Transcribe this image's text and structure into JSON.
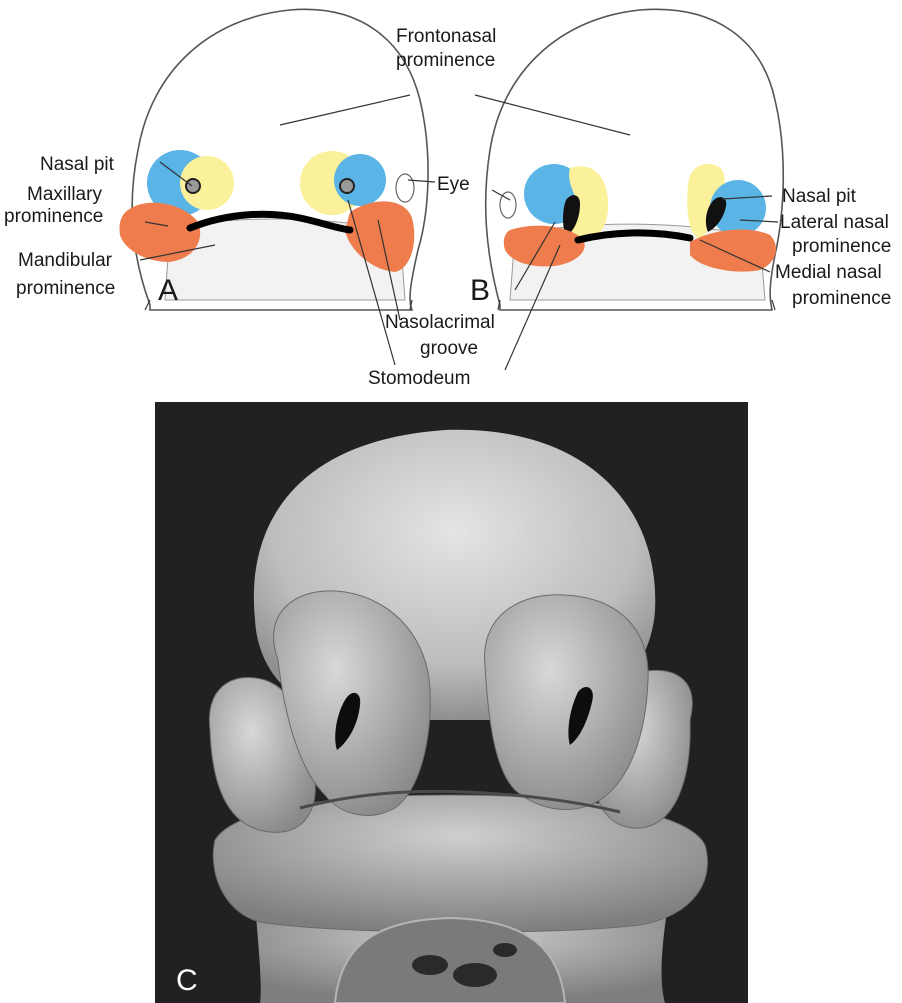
{
  "labels": {
    "frontonasal_line1": "Frontonasal",
    "frontonasal_line2": "prominence",
    "nasal_pit_a": "Nasal pit",
    "maxillary_line1": "Maxillary",
    "maxillary_line2": "prominence",
    "mandibular_line1": "Mandibular",
    "mandibular_line2": "prominence",
    "eye": "Eye",
    "nasal_pit_b": "Nasal pit",
    "lateral_nasal_line1": "Lateral nasal",
    "lateral_nasal_line2": "prominence",
    "medial_nasal_line1": "Medial nasal",
    "medial_nasal_line2": "prominence",
    "nasolacrimal_line1": "Nasolacrimal",
    "nasolacrimal_line2": "groove",
    "stomodeum": "Stomodeum"
  },
  "panels": {
    "a": "A",
    "b": "B",
    "c": "C"
  },
  "colors": {
    "lateral_nasal": "#5ab4e6",
    "medial_nasal": "#fbf19a",
    "maxillary_mandibular": "#ee7c4c",
    "sem_background": "#1c1c1c",
    "sem_tissue": "#c9c9c9"
  }
}
